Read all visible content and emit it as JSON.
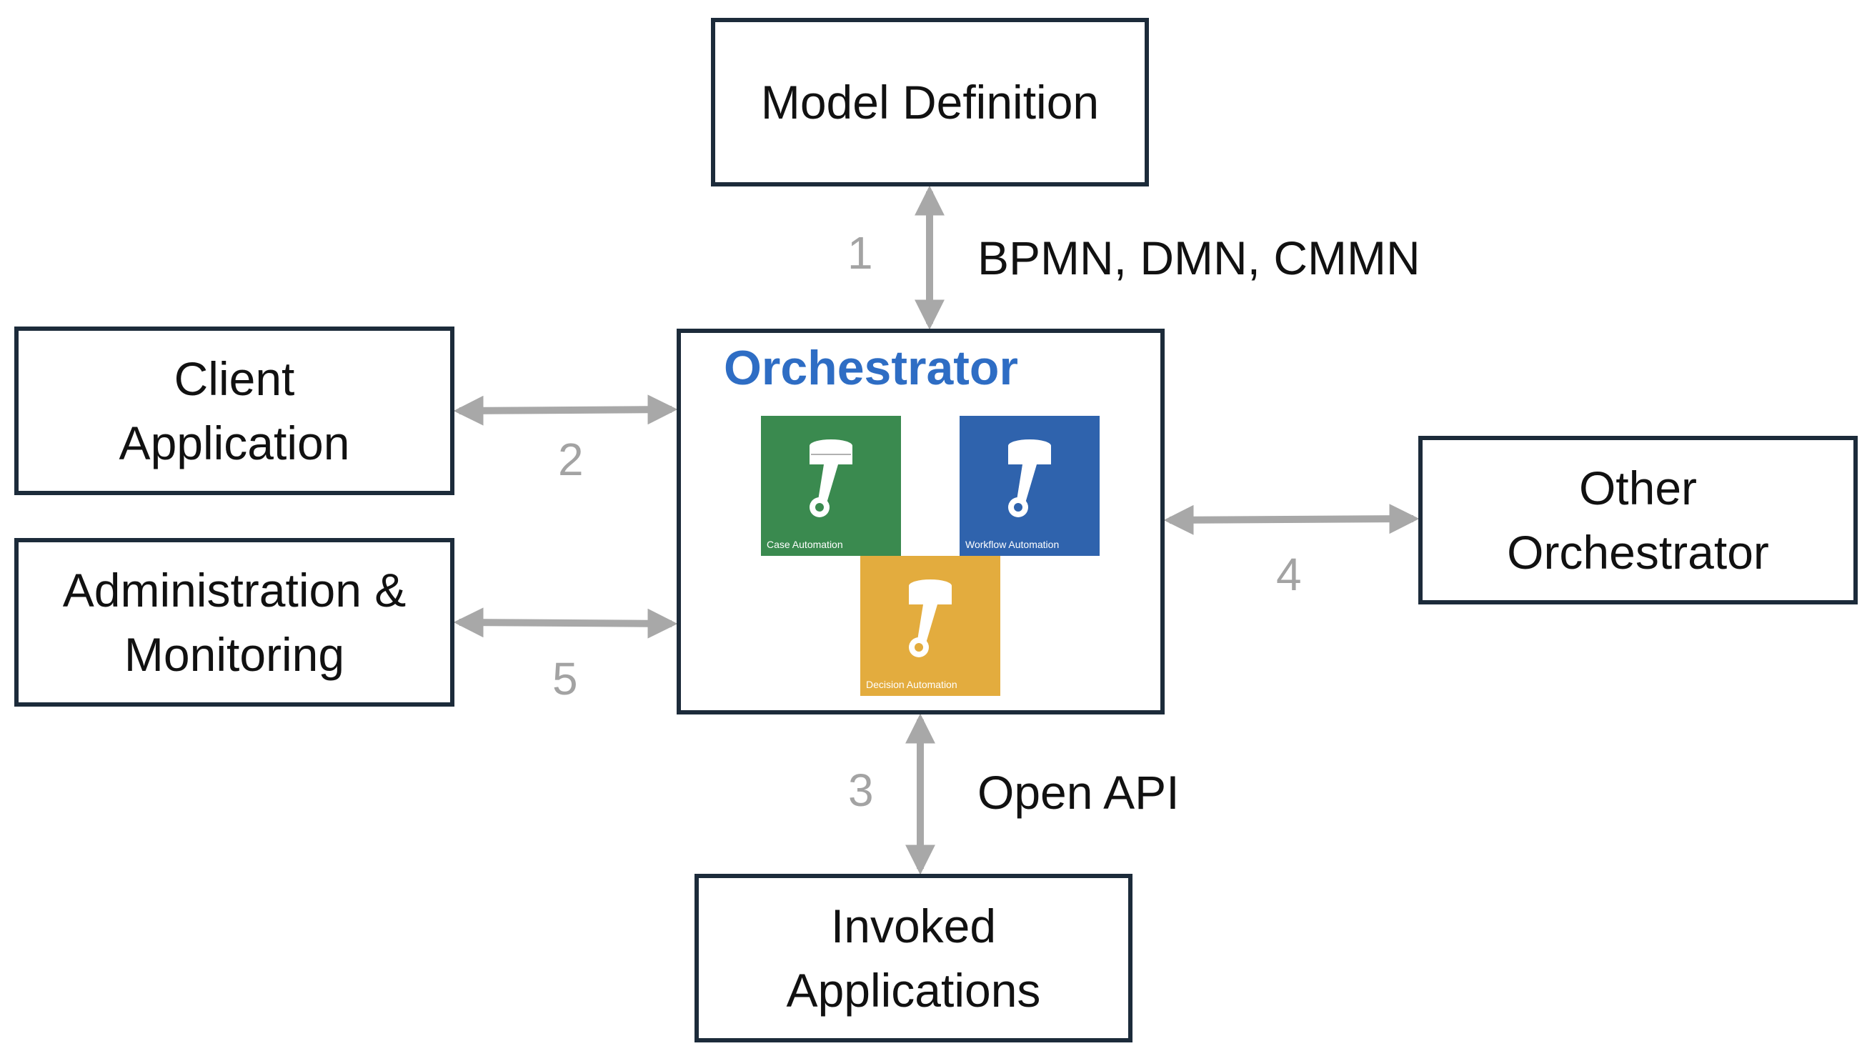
{
  "boxes": {
    "model_definition": {
      "line1": "Model Definition"
    },
    "client_application": {
      "line1": "Client",
      "line2": "Application"
    },
    "admin_monitoring": {
      "line1": "Administration &",
      "line2": "Monitoring"
    },
    "other_orchestrator": {
      "line1": "Other",
      "line2": "Orchestrator"
    },
    "invoked_applications": {
      "line1": "Invoked",
      "line2": "Applications"
    }
  },
  "orchestrator": {
    "title": "Orchestrator",
    "tiles": {
      "case": {
        "label": "Case Automation",
        "icon": "piston-icon",
        "color": "#3a8a4f"
      },
      "workflow": {
        "label": "Workflow Automation",
        "icon": "piston-icon",
        "color": "#2f63ad"
      },
      "decision": {
        "label": "Decision Automation",
        "icon": "piston-icon",
        "color": "#e3ac3e"
      }
    }
  },
  "connections": {
    "c1": {
      "number": "1",
      "label": "BPMN, DMN, CMMN"
    },
    "c2": {
      "number": "2"
    },
    "c3": {
      "number": "3",
      "label": "Open API"
    },
    "c4": {
      "number": "4"
    },
    "c5": {
      "number": "5"
    }
  },
  "colors": {
    "box_border": "#1c2b3a",
    "arrow": "#a8a8a8",
    "number": "#a3a3a3",
    "title_blue": "#2e6dc4"
  }
}
